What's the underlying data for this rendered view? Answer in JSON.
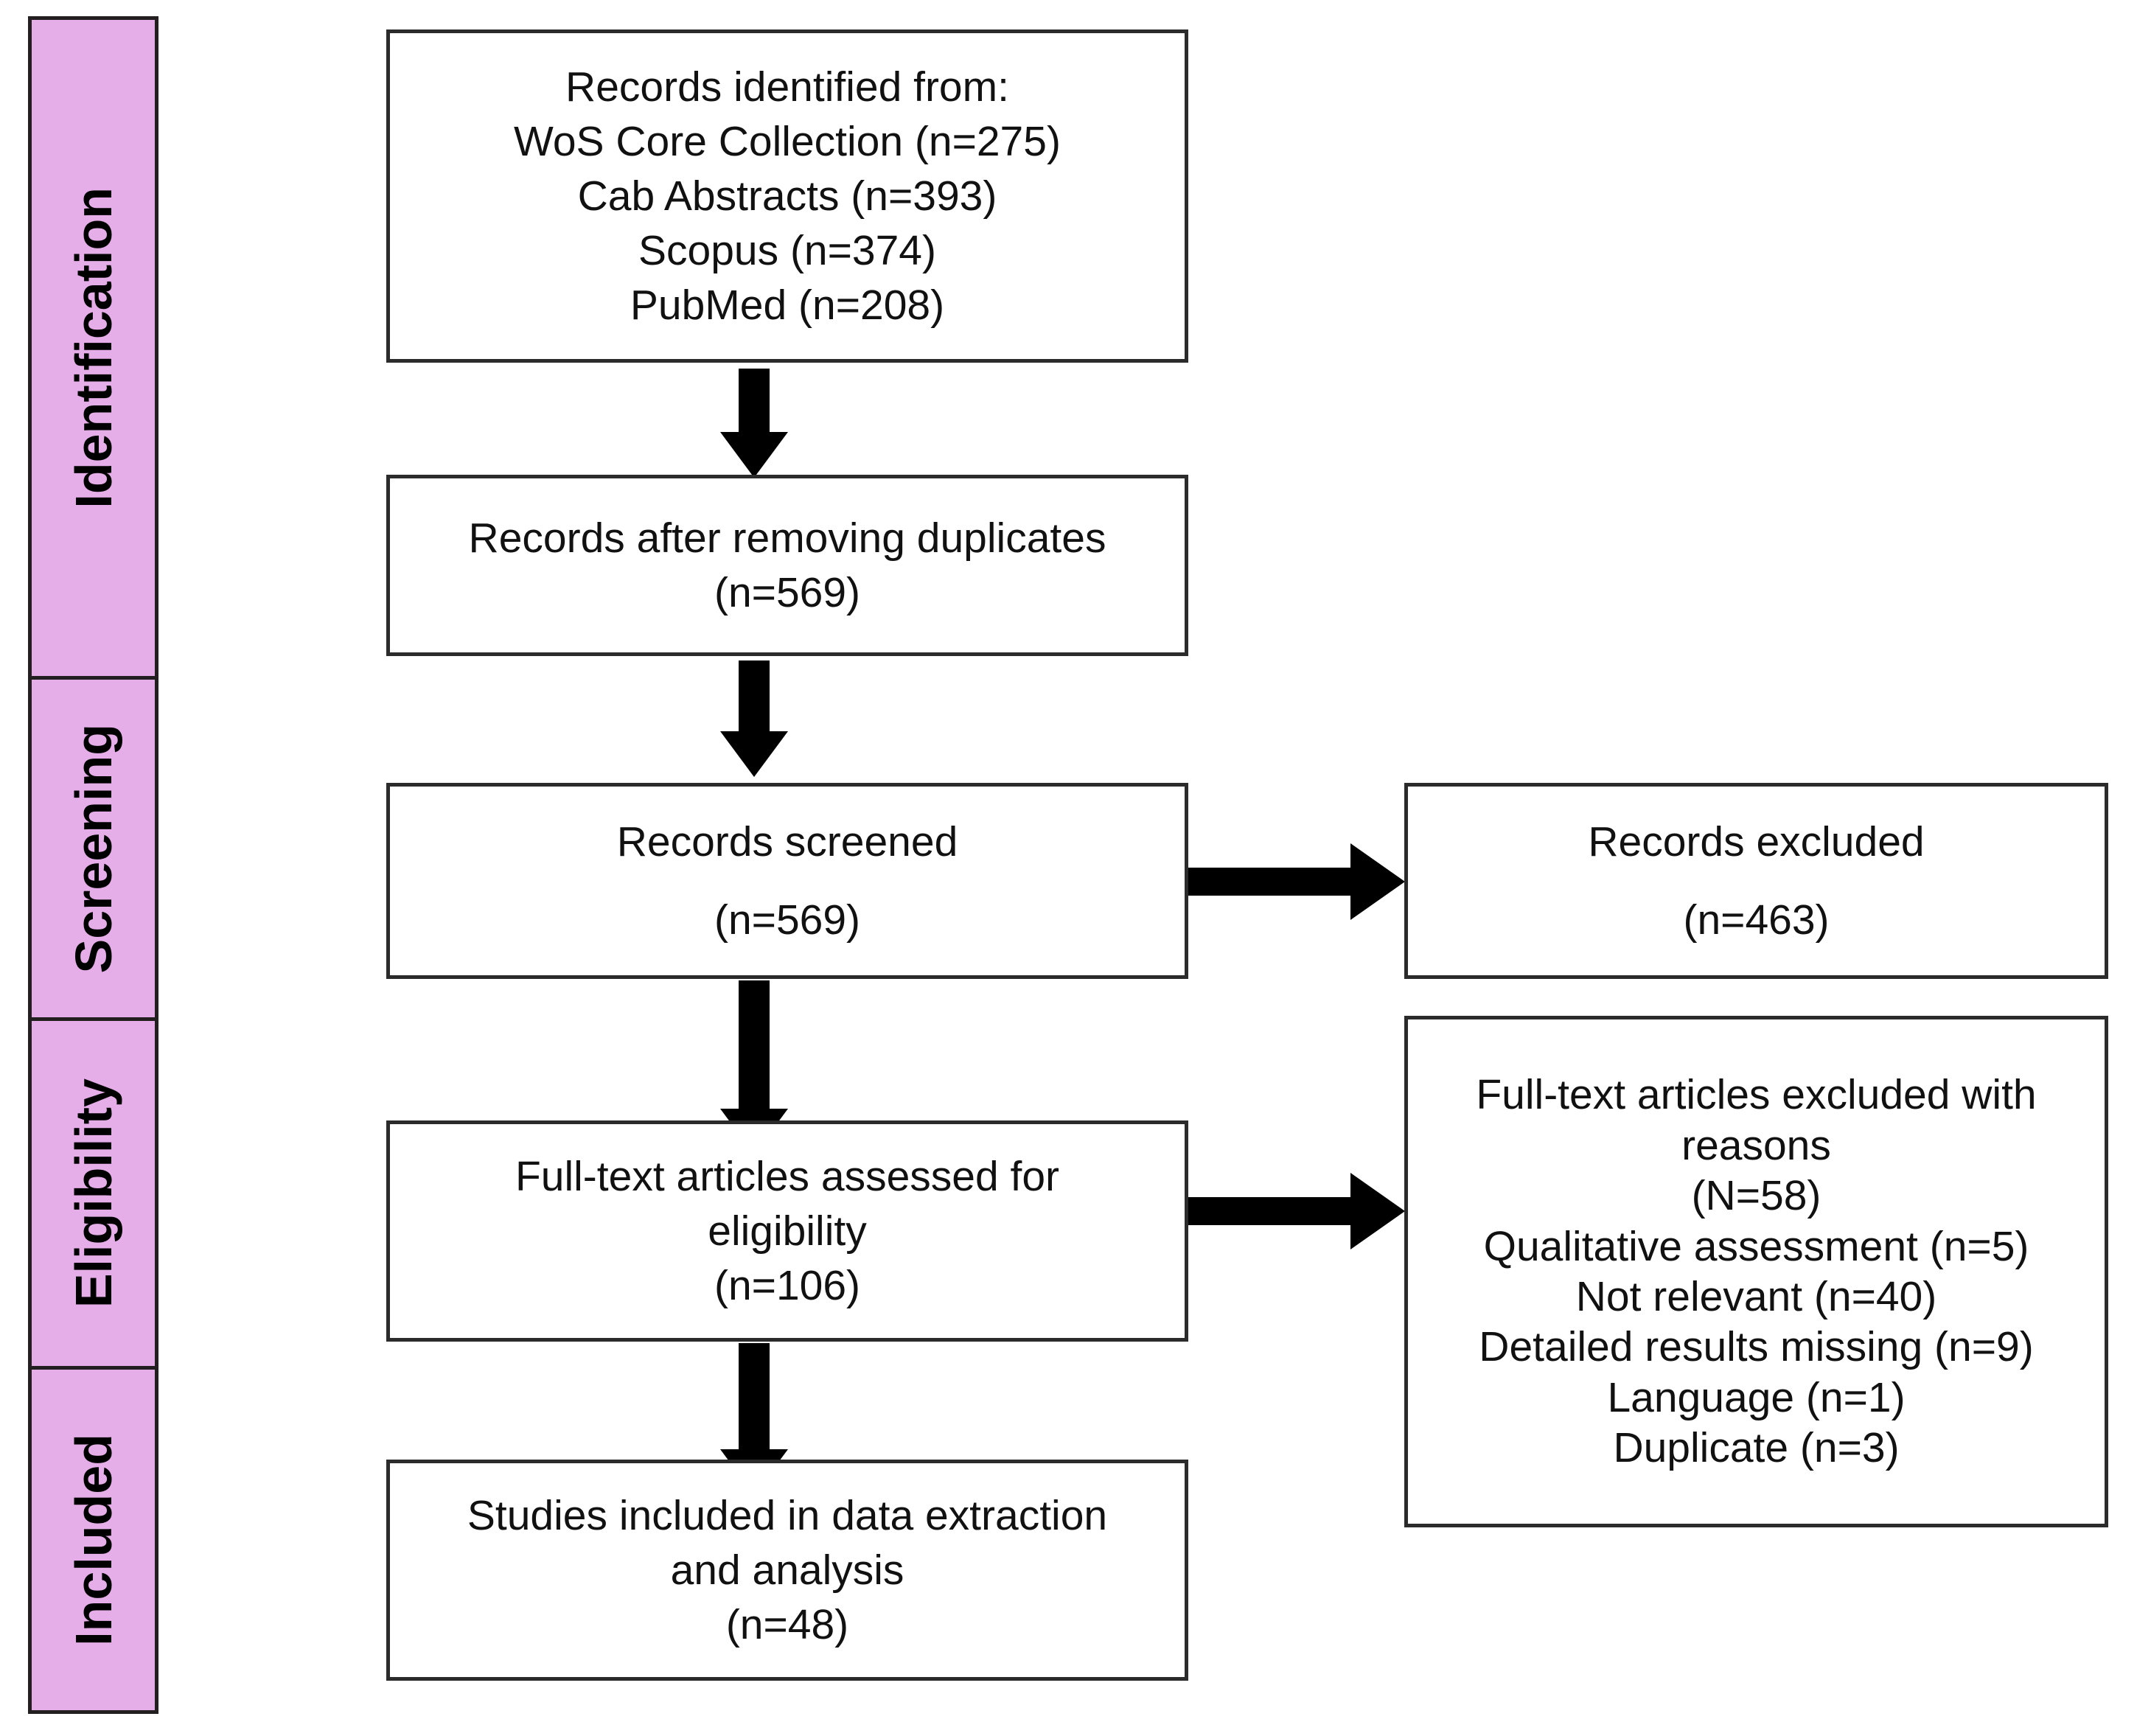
{
  "diagram": {
    "type": "prisma-flow-diagram",
    "accent_color": "#E6AEE8",
    "border_color": "#2B2B2B",
    "arrow_color": "#000000",
    "background_color": "#FFFFFF"
  },
  "phases": [
    {
      "label": "Identification"
    },
    {
      "label": "Screening"
    },
    {
      "label": "Eligibility"
    },
    {
      "label": "Included"
    }
  ],
  "boxes": {
    "identified": {
      "name": "records-identified",
      "lines": [
        "Records identified from:",
        "WoS Core Collection (n=275)",
        "Cab Abstracts (n=393)",
        "Scopus (n=374)",
        "PubMed (n=208)"
      ]
    },
    "deduplicated": {
      "name": "records-after-duplicates",
      "lines": [
        "Records after removing duplicates",
        "(n=569)"
      ]
    },
    "screened": {
      "name": "records-screened",
      "lines": [
        "Records screened",
        "(n=569)"
      ]
    },
    "records_excluded": {
      "name": "records-excluded",
      "lines": [
        "Records excluded",
        "(n=463)"
      ]
    },
    "fulltext_assessed": {
      "name": "fulltext-assessed",
      "lines": [
        "Full-text articles assessed for",
        "eligibility",
        "(n=106)"
      ]
    },
    "fulltext_excluded": {
      "name": "fulltext-excluded-with-reasons",
      "lines": [
        "Full-text articles excluded with",
        "reasons",
        "(N=58)",
        "Qualitative assessment (n=5)",
        "Not relevant (n=40)",
        "Detailed results missing (n=9)",
        "Language (n=1)",
        "Duplicate (n=3)"
      ]
    },
    "included": {
      "name": "studies-included",
      "lines": [
        "Studies included in data extraction",
        "and analysis",
        "(n=48)"
      ]
    }
  },
  "chart_data": {
    "type": "table",
    "title": "PRISMA flow of study selection",
    "stages": [
      {
        "stage": "Records identified from WoS Core Collection",
        "n": 275
      },
      {
        "stage": "Records identified from Cab Abstracts",
        "n": 393
      },
      {
        "stage": "Records identified from Scopus",
        "n": 374
      },
      {
        "stage": "Records identified from PubMed",
        "n": 208
      },
      {
        "stage": "Records after removing duplicates",
        "n": 569
      },
      {
        "stage": "Records screened",
        "n": 569
      },
      {
        "stage": "Records excluded",
        "n": 463
      },
      {
        "stage": "Full-text articles assessed for eligibility",
        "n": 106
      },
      {
        "stage": "Full-text articles excluded with reasons",
        "n": 58
      },
      {
        "stage": "Excluded: Qualitative assessment",
        "n": 5
      },
      {
        "stage": "Excluded: Not relevant",
        "n": 40
      },
      {
        "stage": "Excluded: Detailed results missing",
        "n": 9
      },
      {
        "stage": "Excluded: Language",
        "n": 1
      },
      {
        "stage": "Excluded: Duplicate",
        "n": 3
      },
      {
        "stage": "Studies included in data extraction and analysis",
        "n": 48
      }
    ]
  }
}
